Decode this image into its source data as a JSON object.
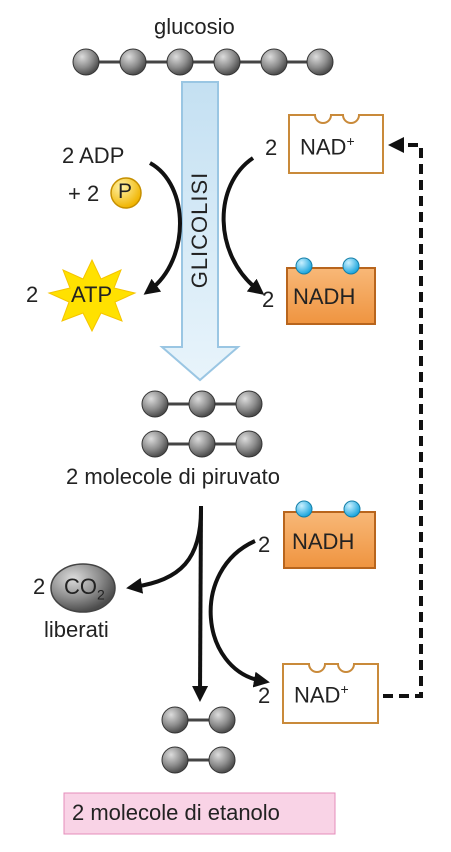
{
  "diagram": {
    "glucose_label": "glucosio",
    "glycolysis_label": "GLICOLISI",
    "adp_label": "2 ADP",
    "plus_phosphate_prefix": "+ 2",
    "phosphate_symbol": "P",
    "atp_coefficient": "2",
    "atp_label": "ATP",
    "nad_top_coefficient": "2",
    "nad_label": "NAD",
    "nad_superscript": "+",
    "nadh_top_coefficient": "2",
    "nadh_label": "NADH",
    "pyruvate_label": "2 molecole di piruvato",
    "nadh_mid_coefficient": "2",
    "co2_coefficient": "2",
    "co2_main": "CO",
    "co2_subscript": "2",
    "co2_released_label": "liberati",
    "nad_bottom_coefficient": "2",
    "ethanol_label": "2 molecole di etanolo"
  },
  "colors": {
    "orange_fill": "#f4a259",
    "orange_stroke": "#b8651d",
    "nad_stroke": "#c98a3a",
    "bead_fill": "#8c8c8c",
    "arrow_fill": "#d9ecf7",
    "arrow_stroke": "#a8cce4",
    "atp_star": "#ffe100",
    "phosphate_fill": "#f7c21a",
    "ethanol_box": "#f9d3e6"
  }
}
